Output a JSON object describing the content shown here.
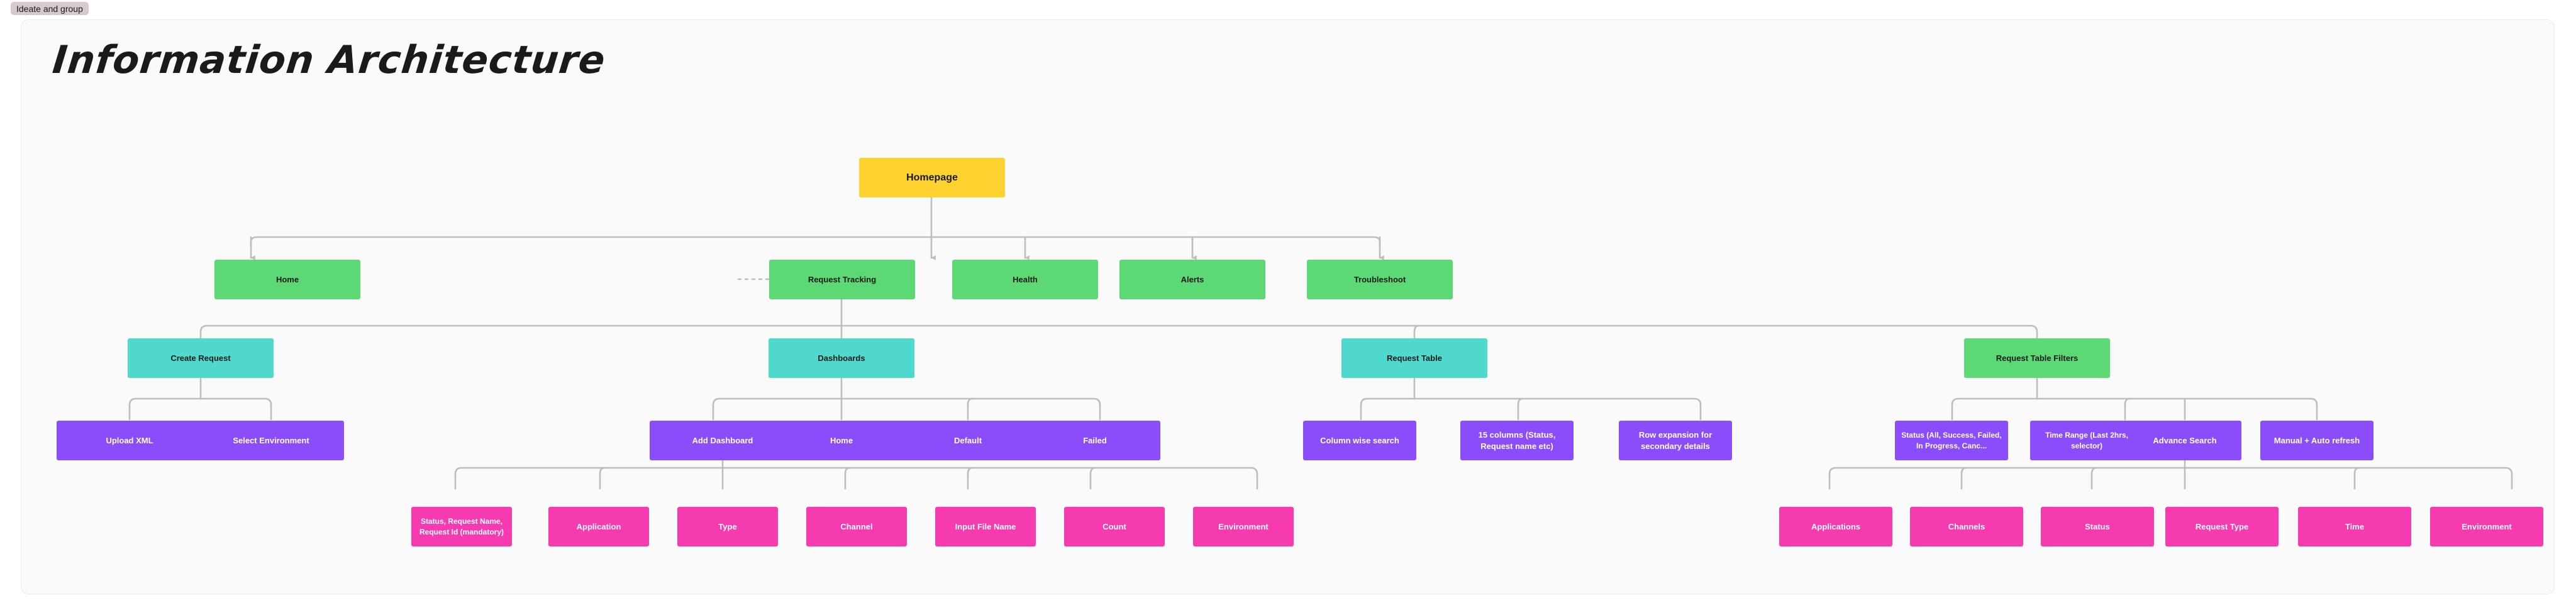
{
  "tab": {
    "label": "Ideate and group"
  },
  "board": {
    "title": "Information Architecture"
  },
  "colors": {
    "root": "#fed330",
    "green": "#5cd975",
    "teal": "#4fd9cd",
    "purple": "#8b4cfc",
    "pink": "#f63bb0",
    "canvas": "#fafafa",
    "connector": "#bdbdbd",
    "tab_chip": "#d6cbca"
  },
  "nodes": {
    "root": {
      "label": "Homepage",
      "level": "root"
    },
    "level2": [
      {
        "label": "Home",
        "level": "green"
      },
      {
        "label": "Request Tracking",
        "level": "green"
      },
      {
        "label": "Health",
        "level": "green"
      },
      {
        "label": "Alerts",
        "level": "green"
      },
      {
        "label": "Troubleshoot",
        "level": "green"
      }
    ],
    "level3": [
      {
        "label": "Create Request",
        "level": "teal"
      },
      {
        "label": "Dashboards",
        "level": "teal"
      },
      {
        "label": "Request Table",
        "level": "teal"
      },
      {
        "label": "Request Table Filters",
        "level": "green"
      }
    ],
    "create_request_children": [
      {
        "label": "Upload XML",
        "level": "purple"
      },
      {
        "label": "Select Environment",
        "level": "purple"
      }
    ],
    "dashboards_children": [
      {
        "label": "Add Dashboard",
        "level": "purple"
      },
      {
        "label": "Home",
        "level": "purple"
      },
      {
        "label": "Default",
        "level": "purple"
      },
      {
        "label": "Failed",
        "level": "purple"
      }
    ],
    "request_table_children": [
      {
        "label": "Column wise search",
        "level": "purple"
      },
      {
        "label": "15 columns (Status, Request name etc)",
        "level": "purple"
      },
      {
        "label": "Row expansion for secondary details",
        "level": "purple"
      }
    ],
    "request_table_filters_children": [
      {
        "label": "Status (All, Success, Failed, In Progress, Canc...",
        "level": "purple"
      },
      {
        "label": "Time Range (Last 2hrs, selector)",
        "level": "purple"
      },
      {
        "label": "Advance Search",
        "level": "purple"
      },
      {
        "label": "Manual + Auto refresh",
        "level": "purple"
      }
    ],
    "add_dashboard_children": [
      {
        "label": "Status, Request Name, Request Id (mandatory)",
        "level": "pink"
      },
      {
        "label": "Application",
        "level": "pink"
      },
      {
        "label": "Type",
        "level": "pink"
      },
      {
        "label": "Channel",
        "level": "pink"
      },
      {
        "label": "Input File Name",
        "level": "pink"
      },
      {
        "label": "Count",
        "level": "pink"
      },
      {
        "label": "Environment",
        "level": "pink"
      }
    ],
    "advance_search_children": [
      {
        "label": "Applications",
        "level": "pink"
      },
      {
        "label": "Channels",
        "level": "pink"
      },
      {
        "label": "Status",
        "level": "pink"
      },
      {
        "label": "Request Type",
        "level": "pink"
      },
      {
        "label": "Time",
        "level": "pink"
      },
      {
        "label": "Environment",
        "level": "pink"
      }
    ]
  }
}
